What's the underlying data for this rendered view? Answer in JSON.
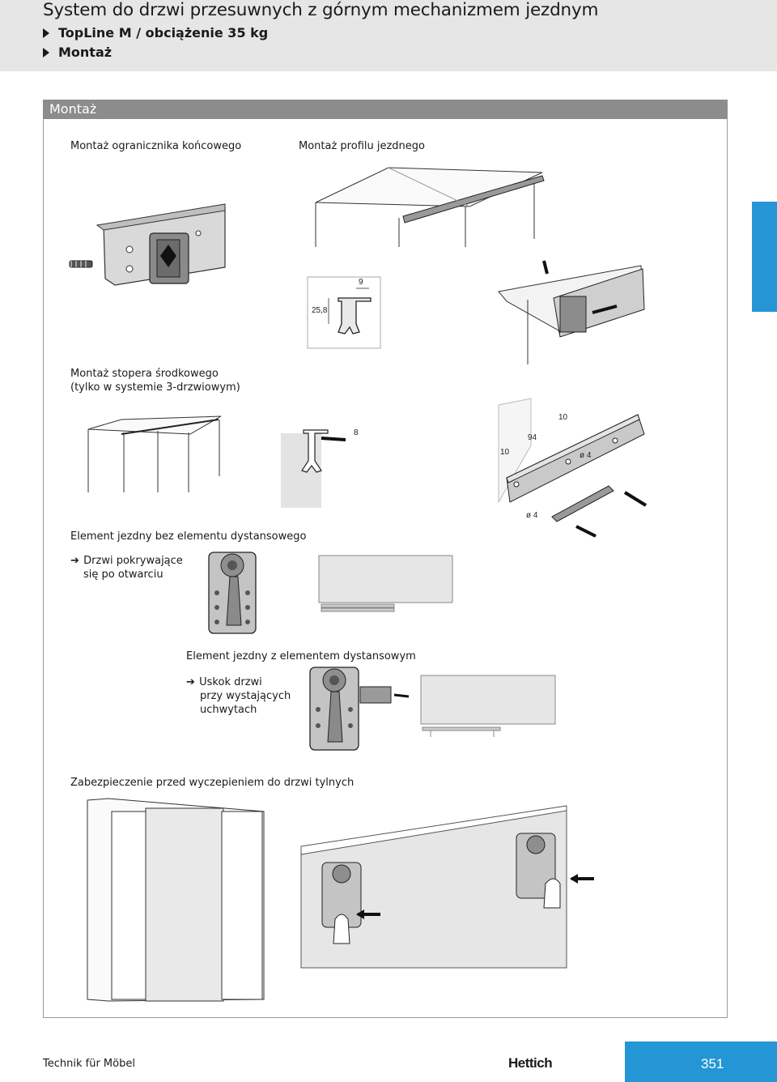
{
  "header": {
    "title": "System do drzwi przesuwnych z górnym mechanizmem jezdnym",
    "breadcrumb_1": "TopLine M / obciążenie 35 kg",
    "breadcrumb_2": "Montaż"
  },
  "section": {
    "title": "Montaż"
  },
  "captions": {
    "end_stop": "Montaż ogranicznika końcowego",
    "running_profile": "Montaż profilu jezdnego",
    "center_stop_line1": "Montaż stopera środkowego",
    "center_stop_line2": "(tylko w systemie 3-drzwiowym)",
    "runner_no_spacer": "Element jezdny bez elementu dystansowego",
    "overlapping_line1": "Drzwi pokrywające",
    "overlapping_line2": "się po otwarciu",
    "runner_spacer": "Element jezdny z elementem dystansowym",
    "offset_line1": "Uskok drzwi",
    "offset_line2": "przy wystających",
    "offset_line3": "uchwytach",
    "anti_derail": "Zabezpieczenie przed wyczepieniem do drzwi tylnych"
  },
  "dimensions": {
    "d_9": "9",
    "d_25_8": "25,8",
    "d_8": "8",
    "d_10_top": "10",
    "d_94": "94",
    "d_10_left": "10",
    "d_phi4_a": "ø 4",
    "d_phi4_b": "ø 4"
  },
  "footer": {
    "left": "Technik für Möbel",
    "logo": "Hettich",
    "page": "351"
  },
  "colors": {
    "accent": "#2596d5",
    "header_bg": "#e6e6e6",
    "section_bar": "#8c8c8c"
  }
}
